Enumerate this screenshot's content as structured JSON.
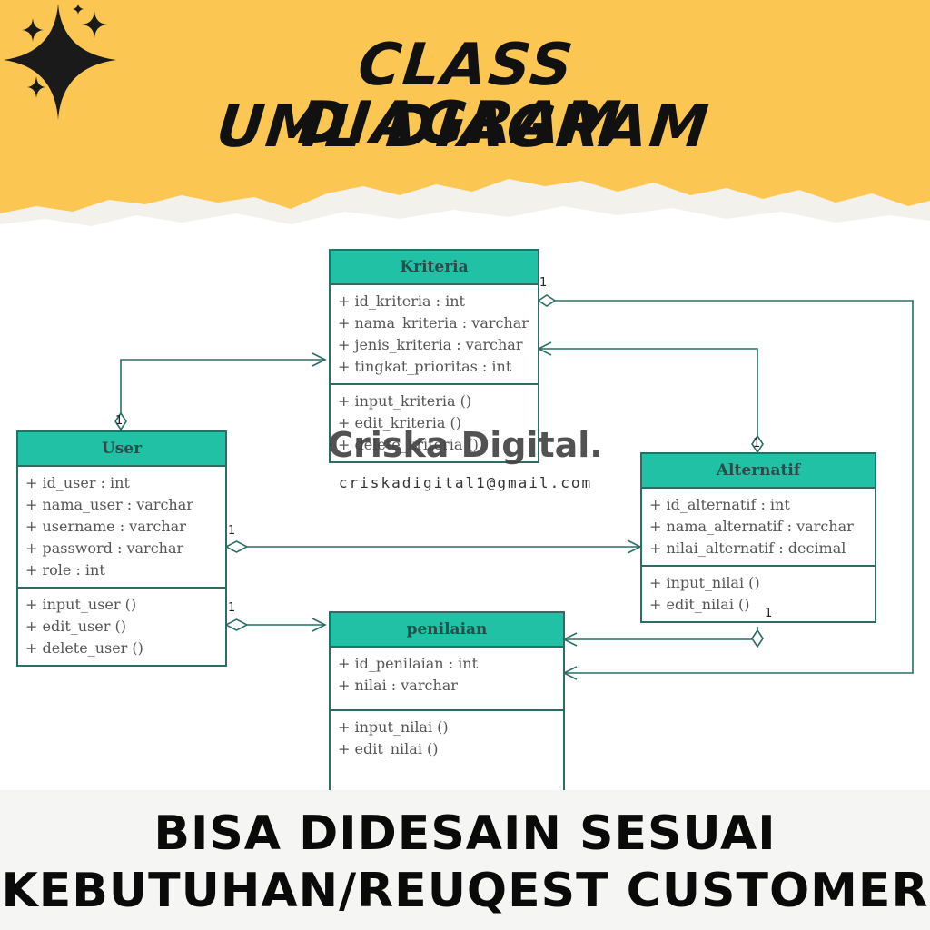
{
  "header": {
    "title_line1": "CLASS DIAGRAM",
    "title_line2": "UML DIAGRAM"
  },
  "classes": {
    "kriteria": {
      "name": "Kriteria",
      "attributes": [
        "+ id_kriteria : int",
        "+ nama_kriteria : varchar",
        "+ jenis_kriteria : varchar",
        "+ tingkat_prioritas : int"
      ],
      "methods": [
        "+ input_kriteria ()",
        "+ edit_kriteria ()",
        "+ delete_kriteria ()"
      ]
    },
    "user": {
      "name": "User",
      "attributes": [
        "+ id_user : int",
        "+ nama_user : varchar",
        "+ username : varchar",
        "+ password : varchar",
        "+ role : int"
      ],
      "methods": [
        "+ input_user ()",
        "+ edit_user ()",
        "+ delete_user ()"
      ]
    },
    "alternatif": {
      "name": "Alternatif",
      "attributes": [
        "+ id_alternatif : int",
        "+ nama_alternatif : varchar",
        "+ nilai_alternatif : decimal"
      ],
      "methods": [
        "+ input_nilai ()",
        "+ edit_nilai ()"
      ]
    },
    "penilaian": {
      "name": "penilaian",
      "attributes": [
        "+ id_penilaian : int",
        "+ nilai : varchar"
      ],
      "methods": [
        "+ input_nilai ()",
        "+ edit_nilai ()"
      ]
    }
  },
  "multiplicities": {
    "kriteria_right": "1",
    "user_top": "1",
    "alternatif_top": "1",
    "user_alternatif": "1",
    "user_penilaian": "1",
    "alternatif_bottom": "1"
  },
  "watermark": {
    "name": "Criska Digital.",
    "email": "criskadigital1@gmail.com"
  },
  "footer": {
    "line1": "BISA DIDESAIN SESUAI",
    "line2": "KEBUTUHAN/REUQEST CUSTOMER"
  },
  "colors": {
    "banner": "#fbc652",
    "class_header": "#20c1a5",
    "connector": "#2c6e66"
  }
}
